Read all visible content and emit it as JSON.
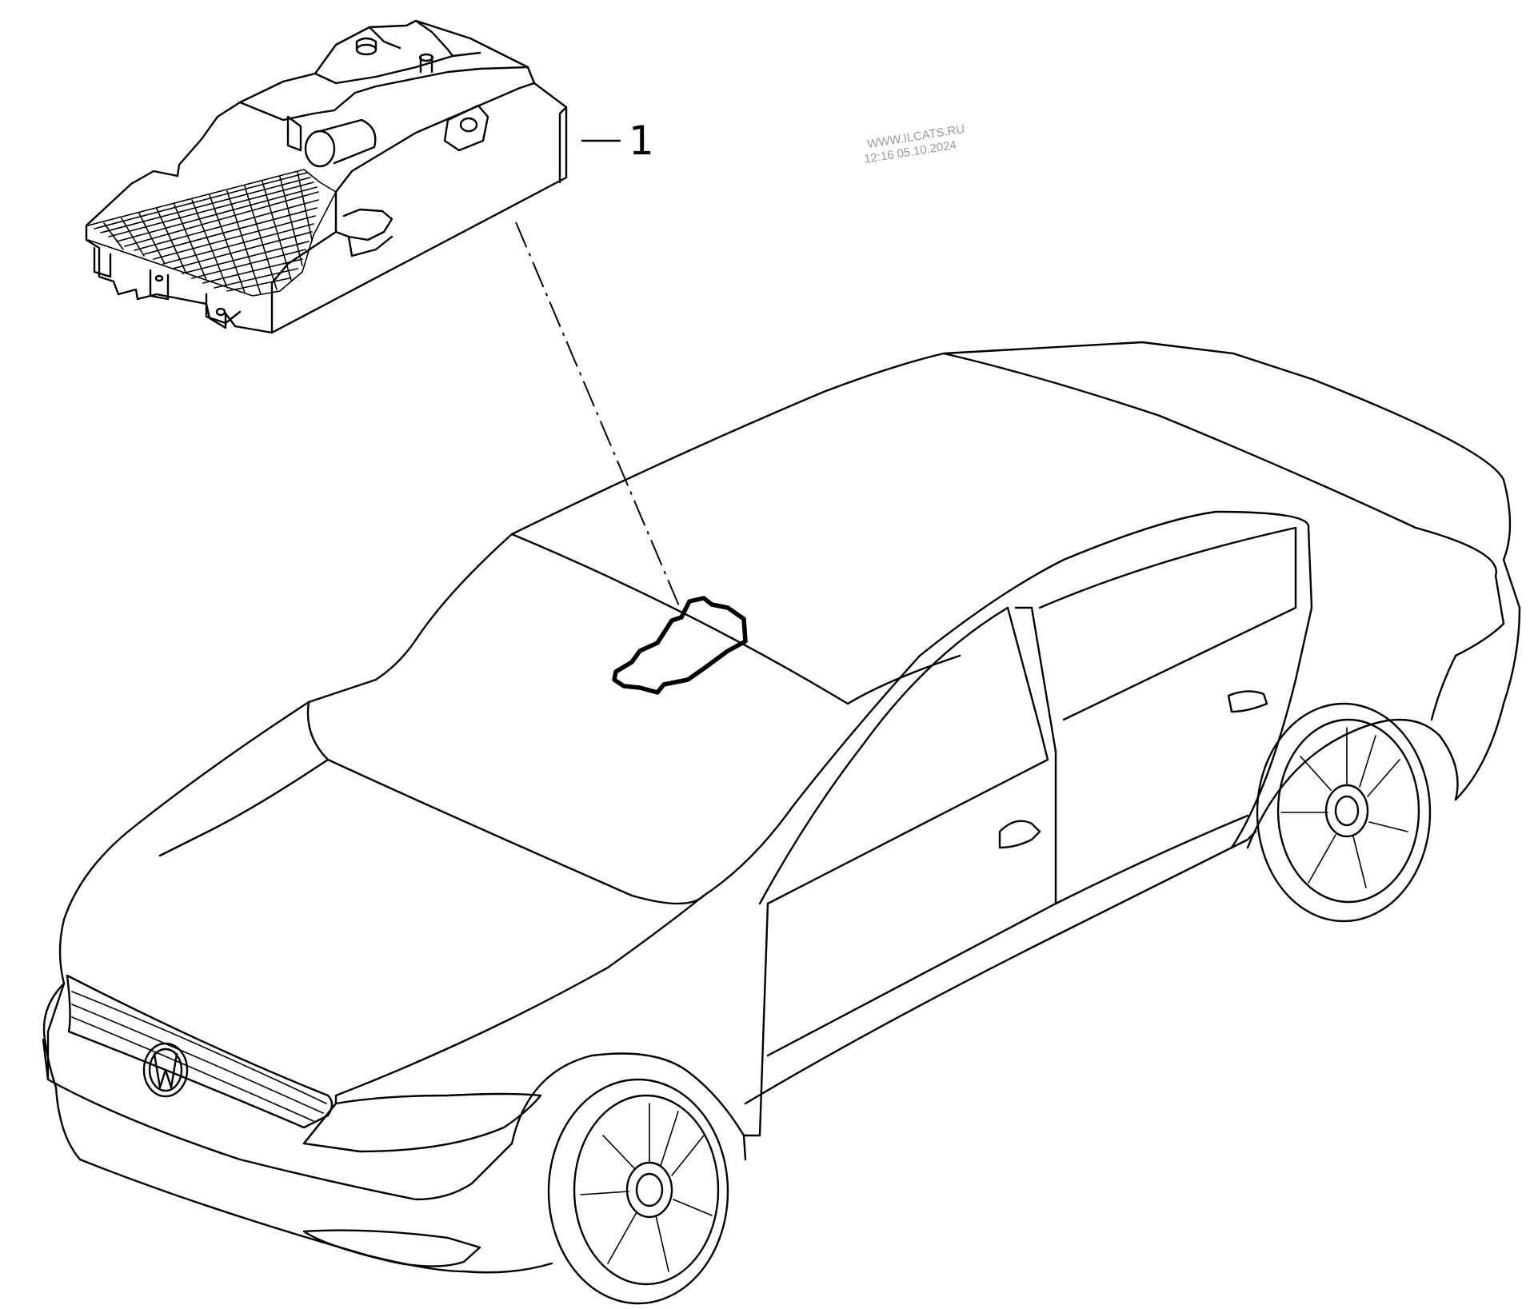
{
  "diagram": {
    "callouts": [
      {
        "number": "1",
        "part_icon": "control-unit-icon"
      }
    ],
    "watermark": {
      "site": "WWW.ILCATS.RU",
      "timestamp": "12:16 05.10.2024"
    },
    "vehicle_icon": "sedan-car-icon",
    "badge_icon": "vw-logo-icon"
  }
}
